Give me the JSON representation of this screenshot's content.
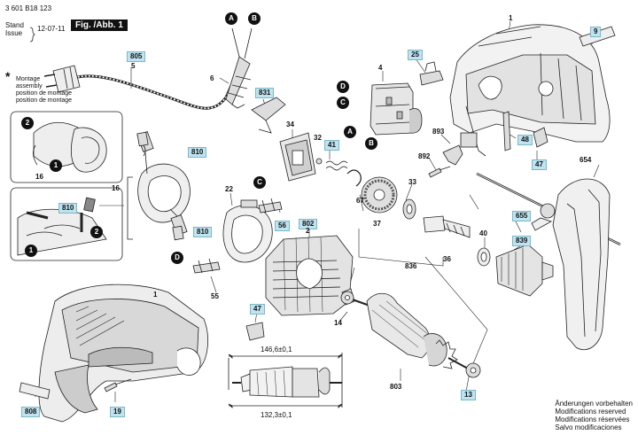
{
  "header": {
    "doc_number": "3 601 B18 123",
    "stand_label": "Stand",
    "issue_label": "Issue",
    "issue_date": "12-07-11",
    "fig_label": "Fig. /Abb. 1"
  },
  "assembly_note": {
    "star": "*",
    "line1": "Montage",
    "line2": "assembly",
    "line3": "position de montage",
    "line4": "position de montage"
  },
  "circle_labels": {
    "a_top": "A",
    "b_top": "B",
    "d_switch": "D",
    "c_switch": "C",
    "a_switch": "A",
    "b_switch": "B",
    "c_mid": "C",
    "d_mid": "D",
    "two_a": "2",
    "one_a": "1",
    "two_b": "2",
    "one_b": "1"
  },
  "part_tags": {
    "p805": "805",
    "p5": "5",
    "p6": "6",
    "p831": "831",
    "p34": "34",
    "p4": "4",
    "p25": "25",
    "p1_top": "1",
    "p9": "9",
    "p16_a": "16",
    "p16_b": "16",
    "p810_a": "810",
    "p810_b": "810",
    "p810_c": "810",
    "p22": "22",
    "p32": "32",
    "p41": "41",
    "p893": "893",
    "p892": "892",
    "p48": "48",
    "p47_top": "47",
    "p654": "654",
    "p56": "56",
    "p802": "802",
    "p2": "2",
    "p67": "67",
    "p33": "33",
    "p37": "37",
    "p655": "655",
    "p40": "40",
    "p839": "839",
    "p836": "836",
    "p36": "36",
    "p55": "55",
    "p1_bottom": "1",
    "p47_bottom": "47",
    "p14": "14",
    "p803": "803",
    "p13": "13",
    "p808": "808",
    "p19": "19"
  },
  "dimensions": {
    "upper": "146,6±0,1",
    "lower": "132,3±0,1"
  },
  "modifications": {
    "de": "Änderungen vorbehalten",
    "en": "Modifications reserved",
    "fr": "Modifications réservées",
    "es": "Salvo modificaciones"
  }
}
